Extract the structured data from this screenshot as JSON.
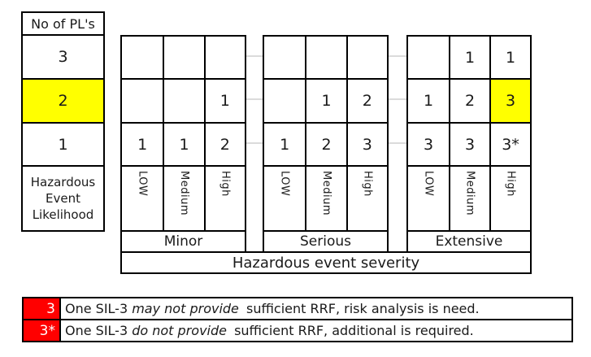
{
  "likelihood_block": {
    "header": "No of PL's",
    "values": [
      "3",
      "2",
      "1"
    ],
    "highlighted_value": "2",
    "footer": "Hazardous\nEvent\nLikelihood"
  },
  "matrix": {
    "groups": [
      {
        "name": "Minor",
        "columns": [
          "LOW",
          "Medium",
          "High"
        ],
        "rows": [
          [
            "",
            "",
            ""
          ],
          [
            "",
            "",
            "1"
          ],
          [
            "1",
            "1",
            "2"
          ]
        ]
      },
      {
        "name": "Serious",
        "columns": [
          "LOW",
          "Medium",
          "High"
        ],
        "rows": [
          [
            "",
            "",
            ""
          ],
          [
            "",
            "1",
            "2"
          ],
          [
            "1",
            "2",
            "3"
          ]
        ]
      },
      {
        "name": "Extensive",
        "columns": [
          "LOW",
          "Medium",
          "High"
        ],
        "rows": [
          [
            "",
            "1",
            "1"
          ],
          [
            "1",
            "2",
            "3"
          ],
          [
            "3",
            "3",
            "3*"
          ]
        ],
        "highlighted_cell": {
          "row": 1,
          "col": 2,
          "value": "3"
        }
      }
    ],
    "severity_axis_label": "Hazardous event severity"
  },
  "legend": {
    "entries": [
      {
        "key": "3",
        "prefix": "One SIL-3 ",
        "emphasis": "may not provide",
        "suffix": " sufficient RRF, risk analysis is need."
      },
      {
        "key": "3*",
        "prefix": "One SIL-3 ",
        "emphasis": "do not provide",
        "suffix": " sufficient RRF, additional is required."
      }
    ]
  },
  "colors": {
    "highlight": "#FFFF00",
    "legend_key_bg": "#FF0000",
    "legend_key_text": "#FFFFFF",
    "border": "#000000",
    "gridline": "#DBDBDB"
  }
}
